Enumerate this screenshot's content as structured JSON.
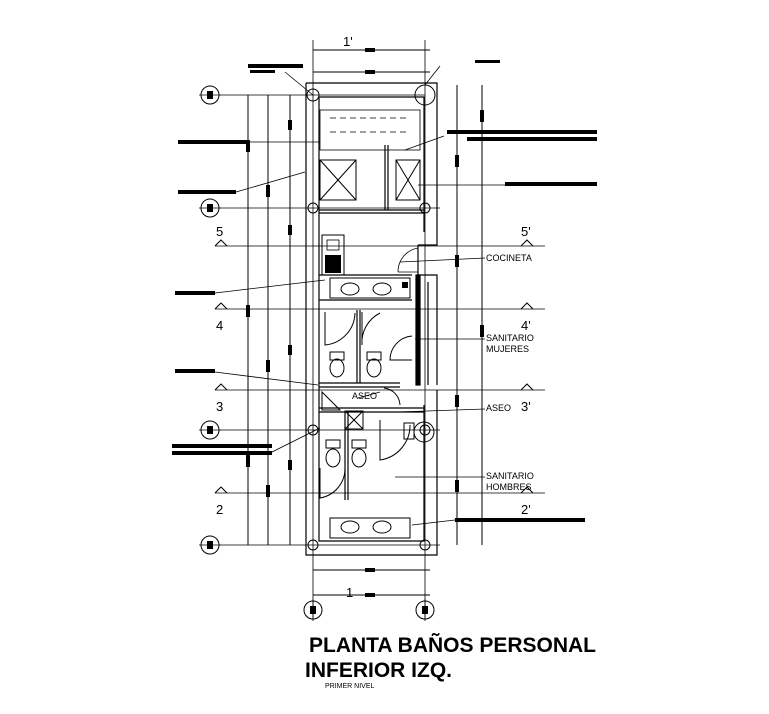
{
  "drawing": {
    "title_line1": "PLANTA BAÑOS PERSONAL",
    "title_line2": "INFERIOR IZQ.",
    "subtitle": "PRIMER NIVEL"
  },
  "rooms": {
    "cocineta": "COCINETA",
    "sanitario_mujeres_1": "SANITARIO",
    "sanitario_mujeres_2": "MUJERES",
    "aseo_inner": "ASEO",
    "aseo_outer": "ASEO",
    "sanitario_hombres_1": "SANITARIO",
    "sanitario_hombres_2": "HOMBRES"
  },
  "axes": {
    "top": "1'",
    "bottom": "1",
    "left_5": "5",
    "left_4": "4",
    "left_3": "3",
    "left_2": "2",
    "right_5": "5'",
    "right_4": "4'",
    "right_3": "3'",
    "right_2": "2'"
  }
}
